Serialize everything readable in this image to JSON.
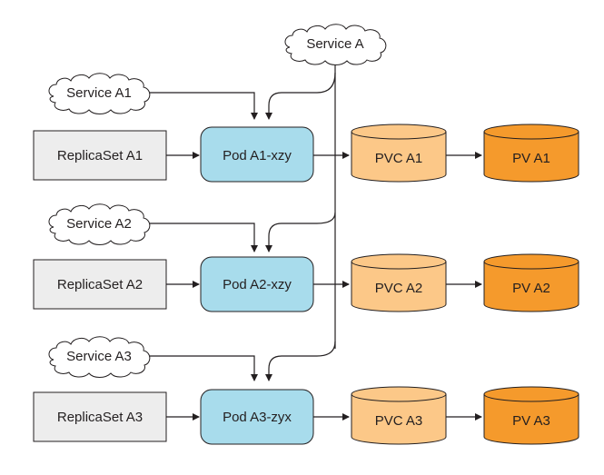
{
  "diagram": {
    "service_main": "Service A",
    "rows": [
      {
        "service": "Service A1",
        "replicaset": "ReplicaSet A1",
        "pod": "Pod A1-xzy",
        "pvc": "PVC A1",
        "pv": "PV A1"
      },
      {
        "service": "Service A2",
        "replicaset": "ReplicaSet A2",
        "pod": "Pod A2-xzy",
        "pvc": "PVC A2",
        "pv": "PV A2"
      },
      {
        "service": "Service A3",
        "replicaset": "ReplicaSet A3",
        "pod": "Pod A3-zyx",
        "pvc": "PVC A3",
        "pv": "PV A3"
      }
    ],
    "colors": {
      "replicaset_fill": "#ededed",
      "pod_fill": "#a8dcec",
      "pvc_fill": "#fcc888",
      "pv_fill": "#f59a2c",
      "stroke": "#231f20"
    }
  }
}
